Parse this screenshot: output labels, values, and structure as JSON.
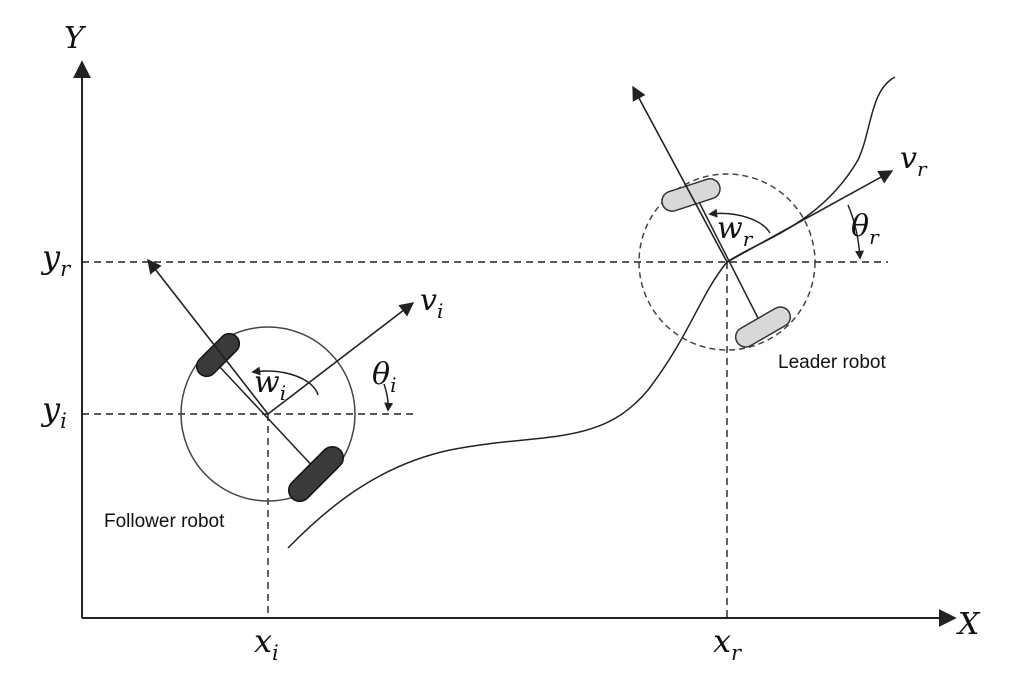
{
  "axes": {
    "x_label": "X",
    "y_label": "Y"
  },
  "follower": {
    "caption": "Follower robot",
    "x_label": {
      "main": "x",
      "sub": "i"
    },
    "y_label": {
      "main": "y",
      "sub": "i"
    },
    "v_label": {
      "main": "v",
      "sub": "i"
    },
    "w_label": {
      "main": "w",
      "sub": "i"
    },
    "theta_label": {
      "main": "θ",
      "sub": "i"
    }
  },
  "leader": {
    "caption": "Leader robot",
    "x_label": {
      "main": "x",
      "sub": "r"
    },
    "y_label": {
      "main": "y",
      "sub": "r"
    },
    "v_label": {
      "main": "v",
      "sub": "r"
    },
    "w_label": {
      "main": "w",
      "sub": "r"
    },
    "theta_label": {
      "main": "θ",
      "sub": "r"
    }
  }
}
